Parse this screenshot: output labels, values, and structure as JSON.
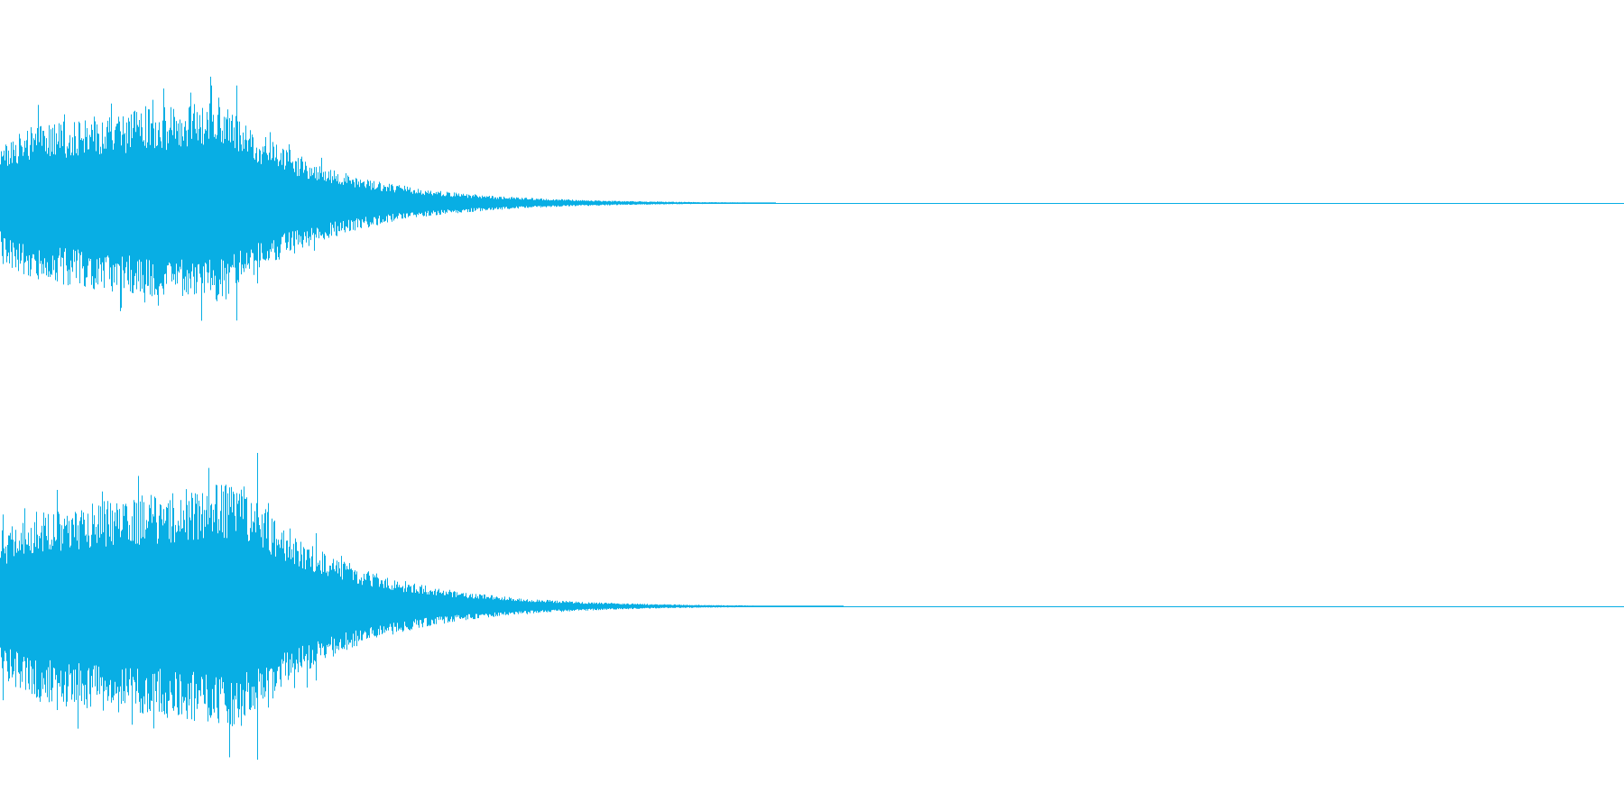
{
  "waveform": {
    "color": "#08aee4",
    "background": "#ffffff",
    "channels": [
      {
        "name": "",
        "peak_index": 262,
        "peak_top": 0.93,
        "peak_bottom": 0.93
      },
      {
        "name": "",
        "peak_index": 285,
        "peak_top": 1.0,
        "peak_bottom": 1.0
      }
    ]
  }
}
